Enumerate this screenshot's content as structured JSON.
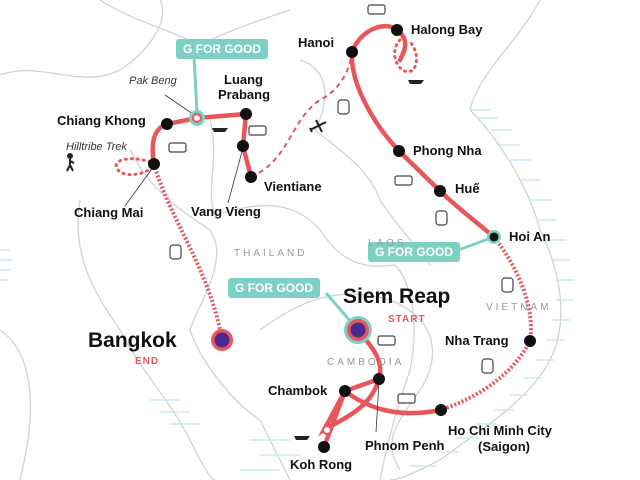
{
  "colors": {
    "route": "#e8555a",
    "gforgood": "#7fd0c4",
    "endpoint": "#4b2a8f",
    "border": "#cfcfcf",
    "water": "#bfe5ef"
  },
  "badges": {
    "gforgood": "G FOR GOOD"
  },
  "countries": {
    "thailand": "THAILAND",
    "laos": "LAOS",
    "vietnam": "VIETNAM",
    "cambodia": "CAMBODIA"
  },
  "places": {
    "halong_bay": "Halong Bay",
    "hanoi": "Hanoi",
    "luang_prabang_1": "Luang",
    "luang_prabang_2": "Prabang",
    "pak_beng": "Pak Beng",
    "chiang_khong": "Chiang Khong",
    "hilltribe_trek": "Hilltribe Trek",
    "chiang_mai": "Chiang Mai",
    "vang_vieng": "Vang Vieng",
    "vientiane": "Vientiane",
    "phong_nha": "Phong Nha",
    "hue": "Huế",
    "hoi_an": "Hoi An",
    "siem_reap": "Siem Reap",
    "start": "START",
    "bangkok": "Bangkok",
    "end": "END",
    "nha_trang": "Nha Trang",
    "chambok": "Chambok",
    "phnom_penh": "Phnom Penh",
    "koh_rong": "Koh Rong",
    "hcmc": "Ho Chi Minh City",
    "saigon": "(Saigon)"
  }
}
